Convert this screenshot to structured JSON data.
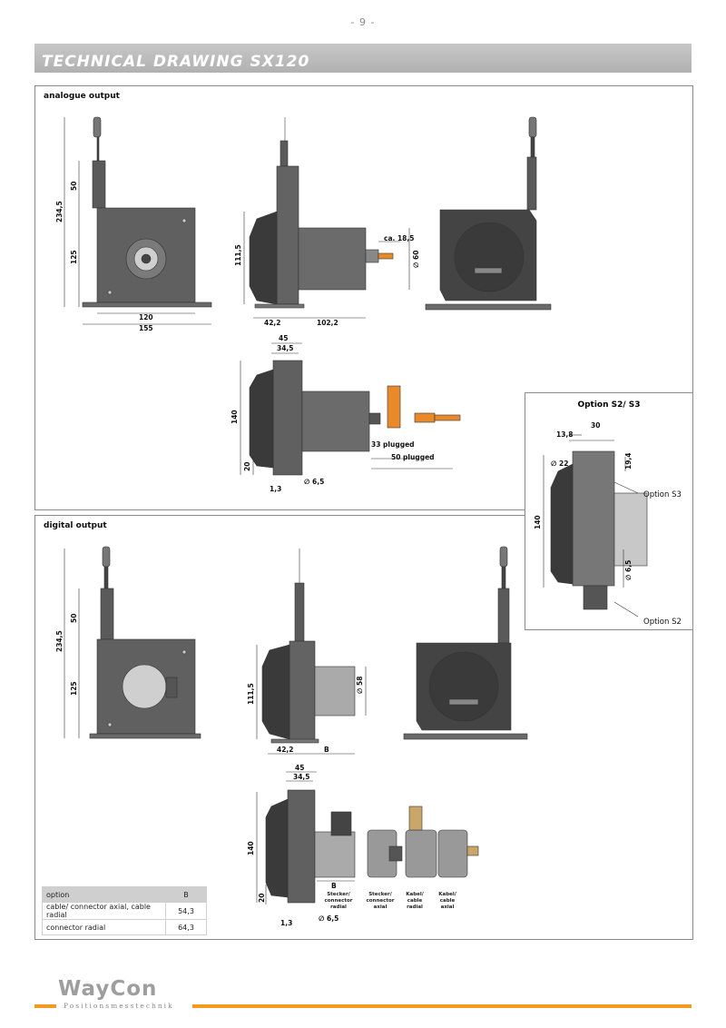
{
  "page_number": "- 9 -",
  "header": {
    "title": "TECHNICAL DRAWING SX120"
  },
  "analogue": {
    "title": "analogue output",
    "dims": {
      "h_total": "234,5",
      "h_top": "50",
      "h_body": "125",
      "w_inner": "120",
      "w_outer": "155",
      "side_h": "111,5",
      "side_w1": "42,2",
      "side_w2": "102,2",
      "side_conn": "ca. 18,5",
      "side_dia": "∅ 60",
      "bot_45": "45",
      "bot_345": "34,5",
      "bot_140": "140",
      "bot_20": "20",
      "bot_13": "1,3",
      "bot_65": "∅ 6,5",
      "plug33": "33 plugged",
      "plug50": "50 plugged"
    }
  },
  "digital": {
    "title": "digital output",
    "dims": {
      "h_total": "234,5",
      "h_top": "50",
      "h_body": "125",
      "side_h": "111,5",
      "side_w1": "42,2",
      "side_b": "B",
      "side_dia": "∅ 58",
      "bot_45": "45",
      "bot_345": "34,5",
      "bot_140": "140",
      "bot_20": "20",
      "bot_13": "1,3",
      "bot_65": "∅ 6,5",
      "bot_b": "B"
    },
    "conn_labels": [
      [
        "Stecker/",
        "connector",
        "radial"
      ],
      [
        "Stecker/",
        "connector",
        "axial"
      ],
      [
        "Kabel/",
        "cable",
        "radial"
      ],
      [
        "Kabel/",
        "cable",
        "axial"
      ]
    ]
  },
  "option_s2s3": {
    "title": "Option S2/ S3",
    "d138": "13,8",
    "d30": "30",
    "d22": "∅ 22",
    "d194": "19,4",
    "d140": "140",
    "d65": "∅ 6,5",
    "label_s3": "Option S3",
    "label_s2": "Option S2"
  },
  "option_table": {
    "headers": [
      "option",
      "B"
    ],
    "rows": [
      [
        "cable/ connector axial, cable radial",
        "54,3"
      ],
      [
        "connector radial",
        "64,3"
      ]
    ]
  },
  "footer": {
    "logo": "WayCon",
    "tagline": "Positionsmesstechnik"
  },
  "colors": {
    "accent": "#f49a1e",
    "banner": "#bdbdbd",
    "body_grey": "#5f5f5f",
    "orange_part": "#e88a2a"
  }
}
